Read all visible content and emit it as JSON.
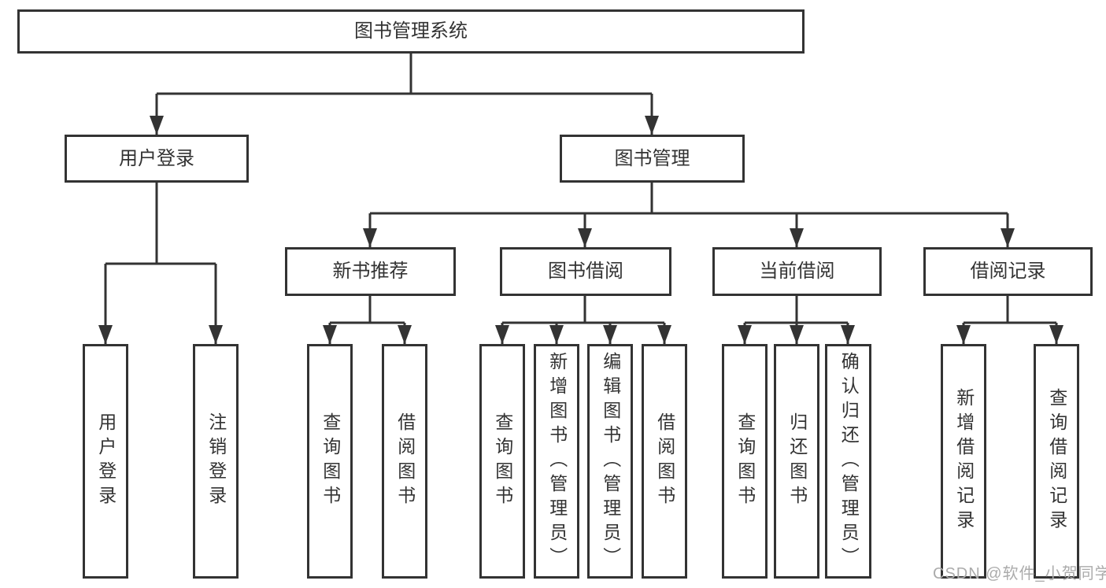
{
  "root": {
    "label": "图书管理系统"
  },
  "branches": [
    {
      "label": "用户登录",
      "children": [
        {
          "label": "用户登录"
        },
        {
          "label": "注销登录"
        }
      ]
    },
    {
      "label": "图书管理",
      "groups": [
        {
          "label": "新书推荐",
          "children": [
            {
              "label": "查询图书"
            },
            {
              "label": "借阅图书"
            }
          ]
        },
        {
          "label": "图书借阅",
          "children": [
            {
              "label": "查询图书"
            },
            {
              "label": "新增图书（管理员）"
            },
            {
              "label": "编辑图书（管理员）"
            },
            {
              "label": "借阅图书"
            }
          ]
        },
        {
          "label": "当前借阅",
          "children": [
            {
              "label": "查询图书"
            },
            {
              "label": "归还图书"
            },
            {
              "label": "确认归还（管理员）"
            }
          ]
        },
        {
          "label": "借阅记录",
          "children": [
            {
              "label": "新增借阅记录"
            },
            {
              "label": "查询借阅记录"
            }
          ]
        }
      ]
    }
  ],
  "watermark": {
    "text": "CSDN @软件_小贺同学"
  },
  "colors": {
    "line": "#333333",
    "box_border": "#333333",
    "box_fill": "#ffffff",
    "text": "#333333",
    "watermark": "#ababab",
    "background": "#ffffff"
  }
}
